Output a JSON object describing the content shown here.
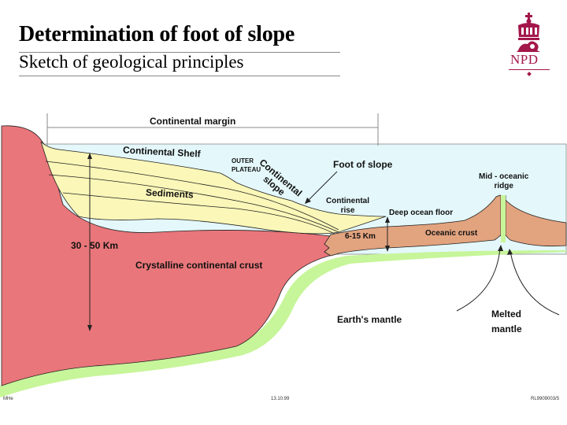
{
  "header": {
    "title": "Determination of foot of slope",
    "subtitle": "Sketch of geological principles"
  },
  "logo": {
    "text": "NPD",
    "icon": "crown-lion-icon",
    "color": "#a3174a"
  },
  "diagram": {
    "labels": {
      "continental_margin": "Continental margin",
      "continental_shelf": "Continental Shelf",
      "outer_plateau_line1": "OUTER",
      "outer_plateau_line2": "PLATEAU",
      "continental_slope_line1": "Continental",
      "continental_slope_line2": "slope",
      "foot_of_slope": "Foot of slope",
      "continental_rise_line1": "Continental",
      "continental_rise_line2": "rise",
      "deep_ocean_floor": "Deep ocean floor",
      "mid_oceanic_ridge_line1": "Mid - oceanic",
      "mid_oceanic_ridge_line2": "ridge",
      "sediments": "Sediments",
      "continental_thickness": "30 - 50 Km",
      "oceanic_thickness": "6-15 Km",
      "oceanic_crust": "Oceanic crust",
      "crystalline_crust": "Crystalline continental crust",
      "earths_mantle": "Earth's mantle",
      "melted_mantle_line1": "Melted",
      "melted_mantle_line2": "mantle"
    },
    "colors": {
      "ocean": "#e4f8fb",
      "sediments": "#fbf7b8",
      "continental_crust": "#e9767a",
      "oceanic_crust": "#e2a37f",
      "mantle_edge": "#c7f59a",
      "outline": "#222222"
    }
  },
  "footer": {
    "left": "MHe",
    "center": "13.10.99",
    "right": "RL9909003/5"
  }
}
